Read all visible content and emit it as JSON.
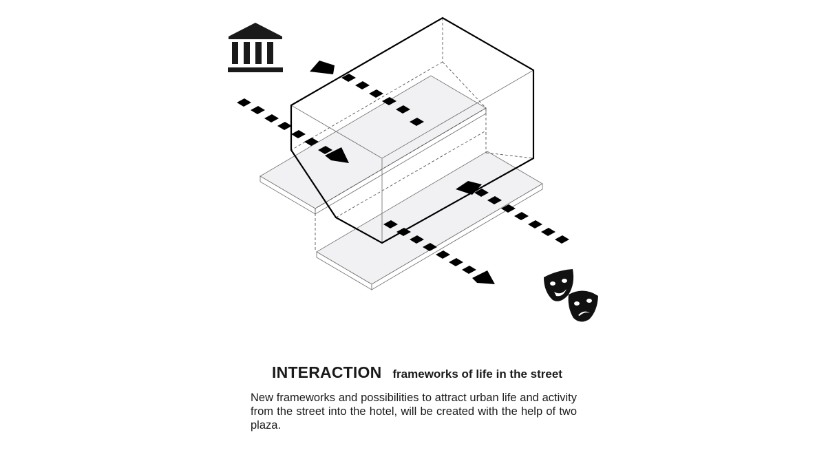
{
  "caption": {
    "title": "INTERACTION",
    "subtitle": "frameworks of life in the street",
    "body": "New frameworks and possibilities to attract urban life and activity from the street into the hotel, will be created with the help of two plaza."
  },
  "icons": {
    "culture": "museum-icon",
    "theatre": "theatre-masks-icon"
  },
  "colors": {
    "ink": "#000000",
    "plaza_fill": "#f1f1f4",
    "line_gray": "#666666"
  }
}
